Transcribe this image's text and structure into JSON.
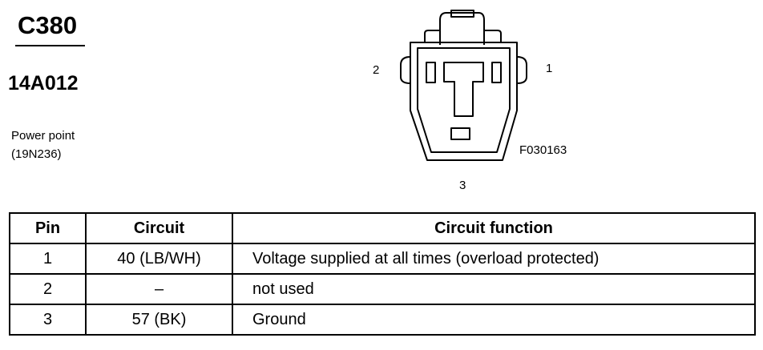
{
  "connector": {
    "id": "C380",
    "part_number": "14A012",
    "description_line1": "Power point",
    "description_line2": "(19N236)"
  },
  "diagram": {
    "pin_labels": {
      "pin1": "1",
      "pin2": "2",
      "pin3": "3"
    },
    "figure_code": "F030163"
  },
  "table": {
    "headers": {
      "pin": "Pin",
      "circuit": "Circuit",
      "function": "Circuit function"
    },
    "rows": [
      {
        "pin": "1",
        "circuit": "40 (LB/WH)",
        "function": "Voltage supplied at all times (overload protected)"
      },
      {
        "pin": "2",
        "circuit": "–",
        "function": "not used"
      },
      {
        "pin": "3",
        "circuit": "57 (BK)",
        "function": "Ground"
      }
    ]
  }
}
